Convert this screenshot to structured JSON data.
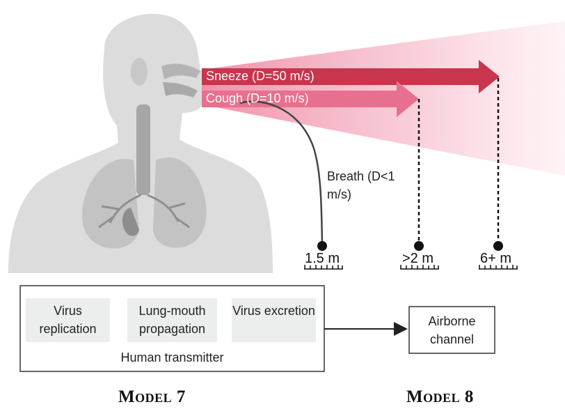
{
  "colors": {
    "sneeze": "#c8354d",
    "cough": "#e8708f",
    "spray": "#f4b3c4",
    "body": "#dcdcdc",
    "organ": "#b4b4b4",
    "process_box": "#eceeee"
  },
  "arrows": {
    "sneeze": "Sneeze (D=50 m/s)",
    "cough": "Cough (D=10 m/s)",
    "breath": "Breath (D<1 m/s)"
  },
  "distances": {
    "breath": "1.5 m",
    "cough": ">2 m",
    "sneeze": "6+ m"
  },
  "transmitter": {
    "steps": [
      "Virus replication",
      "Lung-mouth propagation",
      "Virus excretion"
    ],
    "label": "Human transmitter"
  },
  "channel": {
    "label": "Airborne channel"
  },
  "models": {
    "left": "Model 7",
    "right": "Model 8"
  }
}
